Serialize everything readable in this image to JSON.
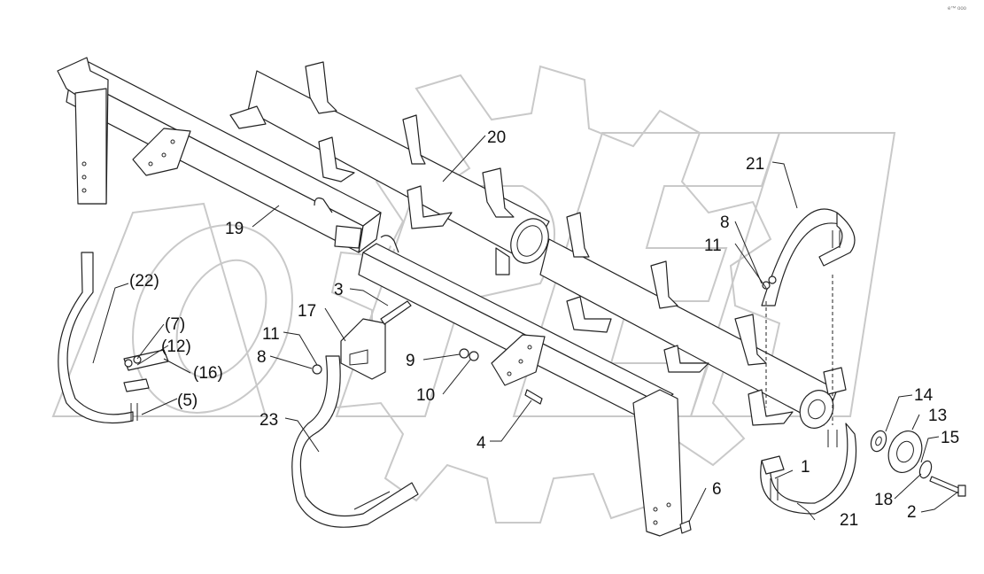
{
  "diagram": {
    "corner_mark": "e™ ooo",
    "watermark": "OPEX",
    "labels": {
      "l20": "20",
      "l21a": "21",
      "l21b": "21",
      "l19": "19",
      "l8a": "8",
      "l11a": "11",
      "l22": "(22)",
      "l3": "3",
      "l17": "17",
      "l11b": "11",
      "l8b": "8",
      "l7": "(7)",
      "l12": "(12)",
      "l16": "(16)",
      "l5": "(5)",
      "l9": "9",
      "l10": "10",
      "l4": "4",
      "l23": "23",
      "l6": "6",
      "l14": "14",
      "l13": "13",
      "l15": "15",
      "l18": "18",
      "l1": "1",
      "l2": "2"
    }
  }
}
